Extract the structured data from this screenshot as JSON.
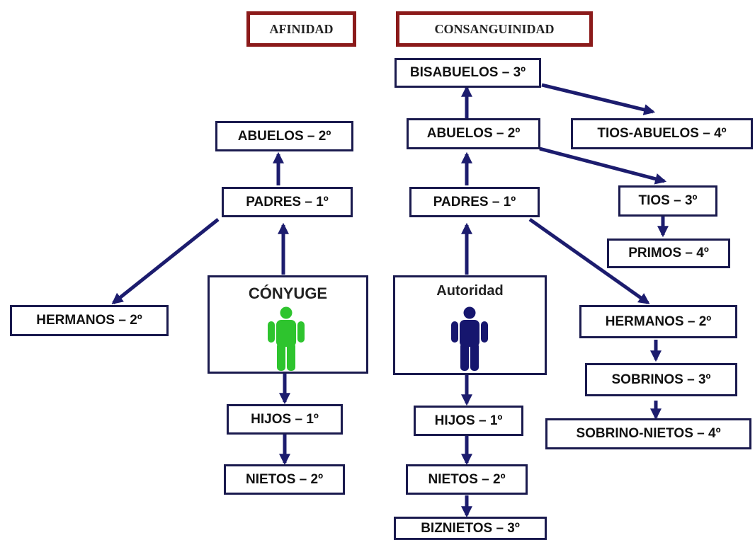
{
  "headers": {
    "afinidad": "AFINIDAD",
    "consanguinidad": "CONSANGUINIDAD"
  },
  "afinidad": {
    "abuelos": "ABUELOS – 2º",
    "padres": "PADRES – 1º",
    "hermanos": "HERMANOS – 2º",
    "person_label": "CÓNYUGE",
    "hijos": "HIJOS – 1º",
    "nietos": "NIETOS – 2º"
  },
  "consanguinidad": {
    "bisabuelos": "BISABUELOS – 3º",
    "tios_abuelos": "TIOS-ABUELOS – 4º",
    "abuelos": "ABUELOS – 2º",
    "tios": "TIOS – 3º",
    "primos": "PRIMOS – 4º",
    "padres": "PADRES – 1º",
    "person_label": "Autoridad",
    "hermanos": "HERMANOS – 2º",
    "sobrinos": "SOBRINOS – 3º",
    "sobrino_nietos": "SOBRINO-NIETOS – 4º",
    "hijos": "HIJOS – 1º",
    "nietos": "NIETOS – 2º",
    "biznietos": "BIZNIETOS – 3º"
  },
  "colors": {
    "border": "#1a1a4e",
    "arrow": "#1c1c6e",
    "header_border": "#8b1a1a",
    "conyuge_figure": "#2ec42e",
    "autoridad_figure": "#16166e"
  },
  "icons": {
    "conyuge": "person-icon",
    "autoridad": "person-icon"
  }
}
